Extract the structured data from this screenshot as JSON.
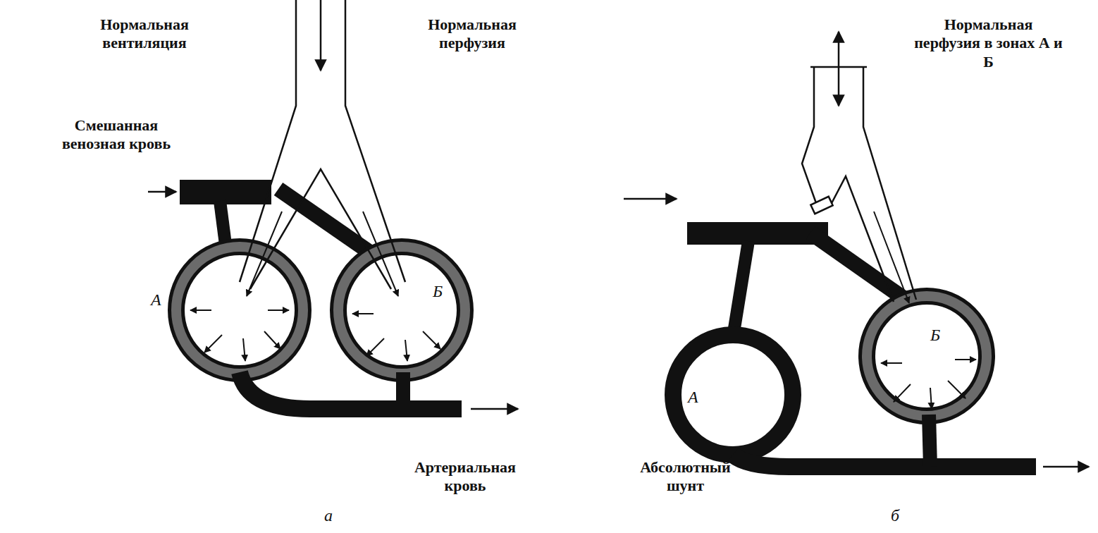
{
  "diagram": {
    "labels": [
      "Нормальная вентиляция",
      "Нормальная перфузия",
      "Нормальная перфузия в зонах А и Б",
      "Смешанная венозная кровь",
      "А",
      "Б",
      "Артериальная кровь",
      "а",
      "Абсолютный шунт",
      "А",
      "Б",
      "б"
    ]
  }
}
